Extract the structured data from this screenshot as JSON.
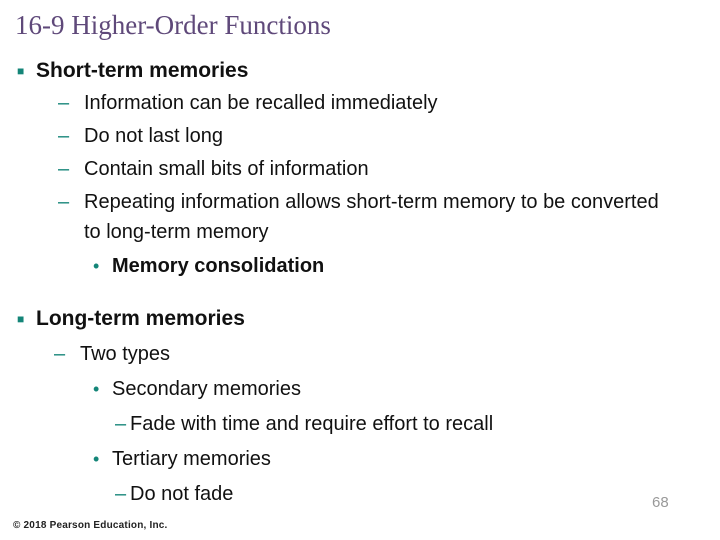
{
  "slide": {
    "title": "16-9 Higher-Order Functions",
    "copyright": "© 2018 Pearson Education, Inc.",
    "page_number": "68"
  },
  "markers": {
    "square": "■",
    "dash": "–",
    "bullet": "•"
  },
  "sections": [
    {
      "heading": "Short-term memories",
      "items": [
        {
          "level": 2,
          "text": "Information can be recalled immediately"
        },
        {
          "level": 2,
          "text": "Do not last long"
        },
        {
          "level": 2,
          "text": "Contain small bits of information"
        },
        {
          "level": 2,
          "text": "Repeating information allows short-term memory to be converted to long-term memory"
        },
        {
          "level": 3,
          "bold": true,
          "text": "Memory consolidation"
        }
      ]
    },
    {
      "heading": "Long-term memories",
      "items": [
        {
          "level": 2,
          "text": "Two types"
        },
        {
          "level": 3,
          "text": "Secondary memories"
        },
        {
          "level": 4,
          "text": "Fade with time and require effort to recall"
        },
        {
          "level": 3,
          "text": "Tertiary memories"
        },
        {
          "level": 4,
          "text": "Do not fade"
        }
      ]
    }
  ],
  "colors": {
    "title": "#5F497A",
    "accent": "#148578",
    "body": "#111111",
    "footer": "#222222",
    "page": "#999999",
    "background": "#FFFFFF"
  }
}
